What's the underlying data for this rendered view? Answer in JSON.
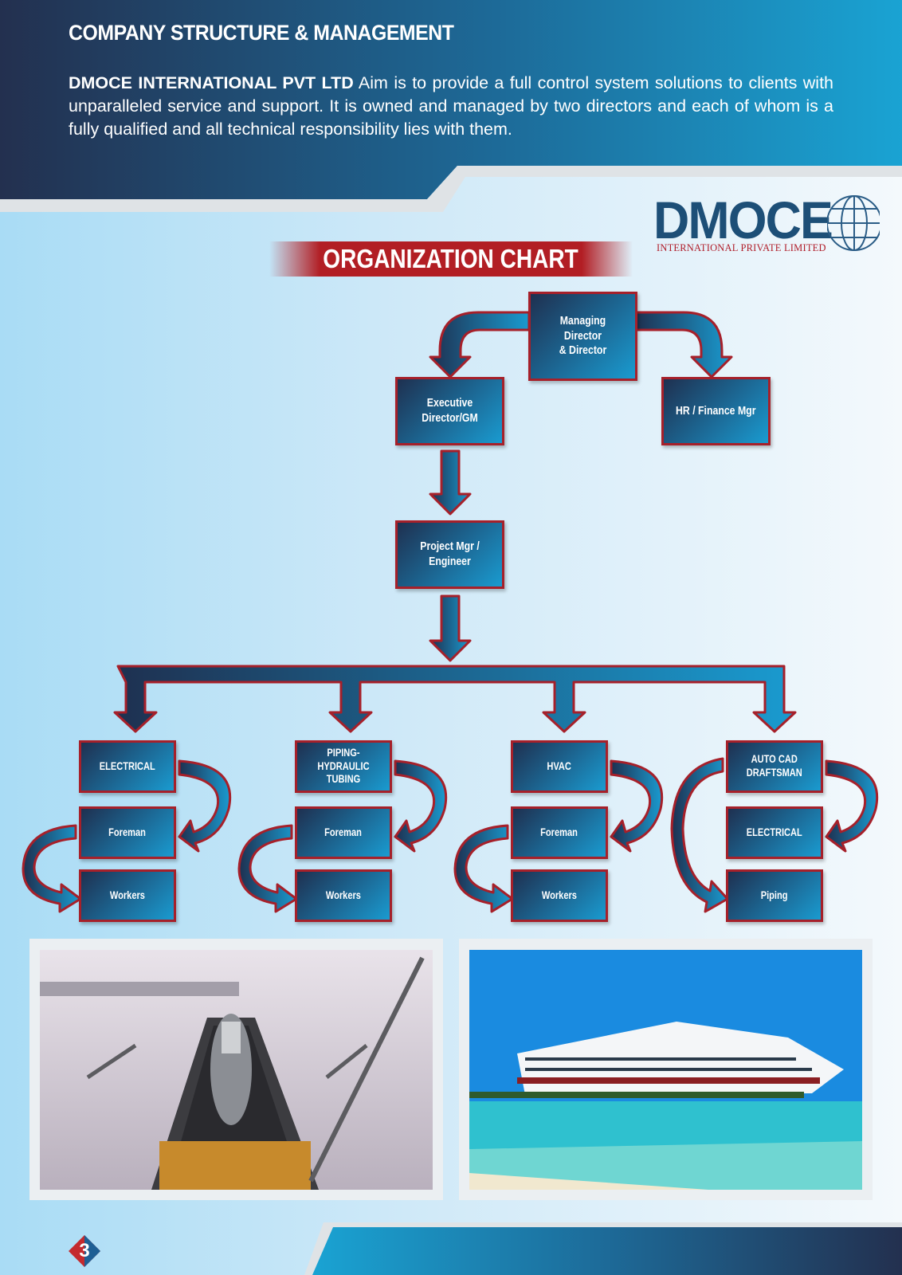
{
  "header": {
    "title": "COMPANY STRUCTURE & MANAGEMENT",
    "company_name": "DMOCE INTERNATIONAL PVT LTD",
    "description": "Aim is to provide a full control system solutions to clients with unparalleled service and support. It is owned and managed by two directors and each of whom is a fully qualified and all technical responsibility lies with them."
  },
  "logo": {
    "name": "DMOCE",
    "subtitle": "INTERNATIONAL PRIVATE LIMITED"
  },
  "org_chart": {
    "title": "ORGANIZATION CHART",
    "top": "Managing Director\n& Director",
    "left": "Executive Director/GM",
    "right": "HR / Finance Mgr",
    "project": "Project Mgr / Engineer",
    "columns": [
      {
        "head": "ELECTRICAL",
        "mid": "Foreman",
        "bottom": "Workers"
      },
      {
        "head": "PIPING-HYDRAULIC\nTUBING",
        "mid": "Foreman",
        "bottom": "Workers"
      },
      {
        "head": "HVAC",
        "mid": "Foreman",
        "bottom": "Workers"
      },
      {
        "head": "AUTO CAD\nDRAFTSMAN",
        "mid": "ELECTRICAL",
        "bottom": "Piping"
      }
    ]
  },
  "photos": [
    {
      "subject": "ship-in-dry-dock"
    },
    {
      "subject": "cruise-ship-at-beach"
    }
  ],
  "footer": {
    "page_number": "3"
  },
  "colors": {
    "navy": "#1e3050",
    "blue": "#1a9bd0",
    "red": "#a6202a",
    "banner_red": "#b21e24"
  }
}
